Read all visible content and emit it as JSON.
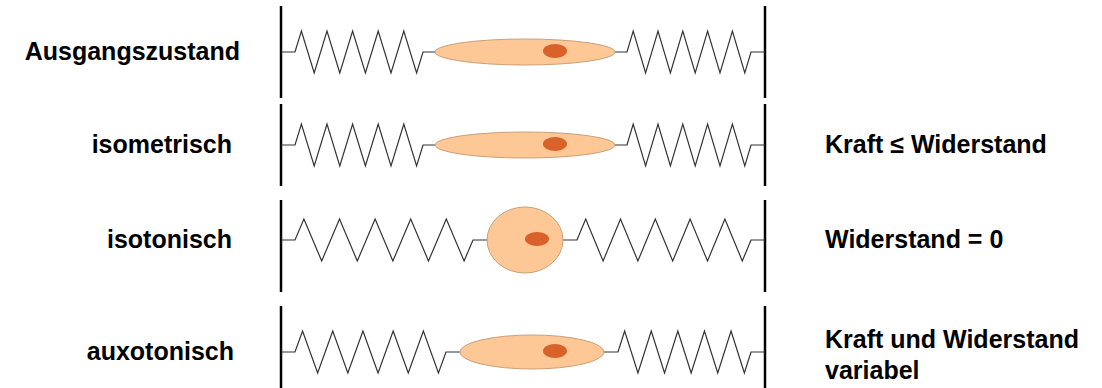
{
  "diagram": {
    "labels": [
      "Ausgangszustand",
      "isometrisch",
      "isotonisch",
      "auxotonisch",
      "Kraft ≤ Widerstand",
      "Widerstand = 0",
      "Kraft und Widerstand variabel"
    ]
  }
}
